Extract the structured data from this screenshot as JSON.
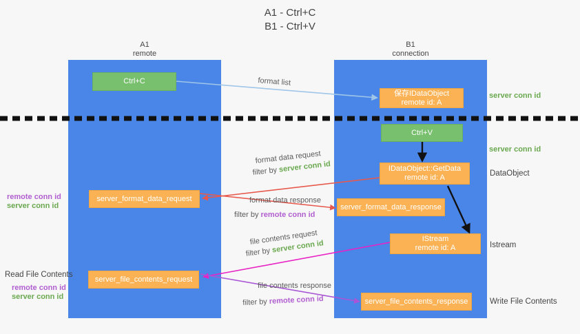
{
  "title": {
    "line1": "A1 - Ctrl+C",
    "line2": "B1 - Ctrl+V"
  },
  "columns": [
    {
      "name": "A1",
      "sub": "remote"
    },
    {
      "name": "B1",
      "sub": "connection"
    }
  ],
  "boxes": {
    "ctrl_c": "Ctrl+C",
    "save_idataobject_l1": "保存IDataObject",
    "save_idataobject_l2": "remote id: A",
    "ctrl_v": "Ctrl+V",
    "getdata_l1": "IDataObject::GetData",
    "getdata_l2": "remote id: A",
    "server_format_data_request": "server_format_data_request",
    "server_format_data_response": "server_format_data_response",
    "istream_l1": "IStream",
    "istream_l2": "remote id: A",
    "server_file_contents_request": "server_file_contents_request",
    "server_file_contents_response": "server_file_contents_response"
  },
  "arrow_labels": {
    "format_list": "format list",
    "format_data_request": "format data request",
    "format_data_request_filter_prefix": "filter by ",
    "format_data_request_filter_value": "server conn id",
    "format_data_response": "format data response",
    "format_data_response_filter_prefix": "filter by ",
    "format_data_response_filter_value": "remote conn id",
    "file_contents_request": "file contents request",
    "file_contents_request_filter_prefix": "filter by ",
    "file_contents_request_filter_value": "server conn id",
    "file_contents_response": "file contents response",
    "file_contents_response_filter_prefix": "filter by ",
    "file_contents_response_filter_value": "remote conn id"
  },
  "side_labels": {
    "right_server_conn_id_top": "server conn id",
    "right_server_conn_id_mid": "server conn id",
    "right_dataobject": "DataObject",
    "right_istream": "Istream",
    "right_write_file_contents": "Write File Contents",
    "left_remote_conn_id_1": "remote conn id",
    "left_server_conn_id_1": "server conn id",
    "left_read_file_contents": "Read File Contents",
    "left_remote_conn_id_2": "remote conn id",
    "left_server_conn_id_2": "server conn id"
  },
  "colors": {
    "background": "#f7f7f7",
    "column_blue": "#4a86e8",
    "box_green": "#78c06e",
    "box_orange": "#fbb254",
    "text_green": "#6aa84f",
    "text_purple": "#b15fd0",
    "arrow_lightblue": "#9fc5e8",
    "arrow_red": "#e8594d",
    "arrow_magenta": "#e822c4",
    "arrow_purple": "#a855d6",
    "arrow_black": "#111111",
    "divider": "#111111"
  }
}
